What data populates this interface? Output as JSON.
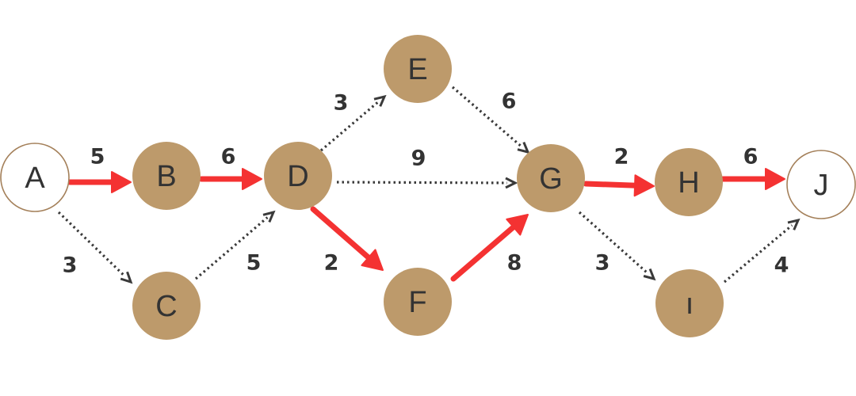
{
  "colors": {
    "node_fill": "#bd9a6b",
    "terminal_fill": "#ffffff",
    "terminal_stroke": "#a4805a",
    "critical_edge": "#f43232",
    "normal_edge": "#3a3a3a",
    "text": "#333333"
  },
  "nodes": [
    {
      "id": "A",
      "label": "A",
      "terminal": true
    },
    {
      "id": "B",
      "label": "B",
      "terminal": false
    },
    {
      "id": "C",
      "label": "C",
      "terminal": false
    },
    {
      "id": "D",
      "label": "D",
      "terminal": false
    },
    {
      "id": "E",
      "label": "E",
      "terminal": false
    },
    {
      "id": "F",
      "label": "F",
      "terminal": false
    },
    {
      "id": "G",
      "label": "G",
      "terminal": false
    },
    {
      "id": "H",
      "label": "H",
      "terminal": false
    },
    {
      "id": "I",
      "label": "ı",
      "terminal": false
    },
    {
      "id": "J",
      "label": "J",
      "terminal": true
    }
  ],
  "edges": [
    {
      "from": "A",
      "to": "B",
      "weight": "5",
      "critical": true
    },
    {
      "from": "A",
      "to": "C",
      "weight": "3",
      "critical": false
    },
    {
      "from": "B",
      "to": "D",
      "weight": "6",
      "critical": true
    },
    {
      "from": "C",
      "to": "D",
      "weight": "5",
      "critical": false
    },
    {
      "from": "D",
      "to": "E",
      "weight": "3",
      "critical": false
    },
    {
      "from": "D",
      "to": "G",
      "weight": "9",
      "critical": false
    },
    {
      "from": "D",
      "to": "F",
      "weight": "2",
      "critical": true
    },
    {
      "from": "E",
      "to": "G",
      "weight": "6",
      "critical": false
    },
    {
      "from": "F",
      "to": "G",
      "weight": "8",
      "critical": true
    },
    {
      "from": "G",
      "to": "H",
      "weight": "2",
      "critical": true
    },
    {
      "from": "G",
      "to": "I",
      "weight": "3",
      "critical": false
    },
    {
      "from": "H",
      "to": "J",
      "weight": "6",
      "critical": true
    },
    {
      "from": "I",
      "to": "J",
      "weight": "4",
      "critical": false
    }
  ]
}
